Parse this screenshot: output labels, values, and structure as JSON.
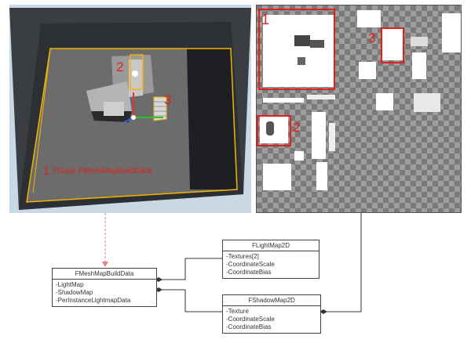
{
  "viewport": {
    "annotations": [
      {
        "num": "1",
        "label": "FGuid, FMeshMapBuildData"
      },
      {
        "num": "2",
        "label": ""
      },
      {
        "num": "3",
        "label": ""
      }
    ]
  },
  "atlas": {
    "annotations": [
      {
        "num": "1"
      },
      {
        "num": "2"
      },
      {
        "num": "3"
      }
    ]
  },
  "classes": {
    "mesh": {
      "title": "FMeshMapBuildData",
      "fields": [
        "-LightMap",
        "-ShadowMap",
        "-PerInstanceLightmapData"
      ]
    },
    "light": {
      "title": "FLightMap2D",
      "fields": [
        "-Textures[2]",
        "-CoordinateScale",
        "-CoordinateBias"
      ]
    },
    "shadow": {
      "title": "FShadowMap2D",
      "fields": [
        "-Texture",
        "-CoordinateScale",
        "-CoordinateBias"
      ]
    }
  },
  "colors": {
    "annotation": "#e02020",
    "highlight": "#f2b400",
    "connector_dashed": "#e88080"
  }
}
